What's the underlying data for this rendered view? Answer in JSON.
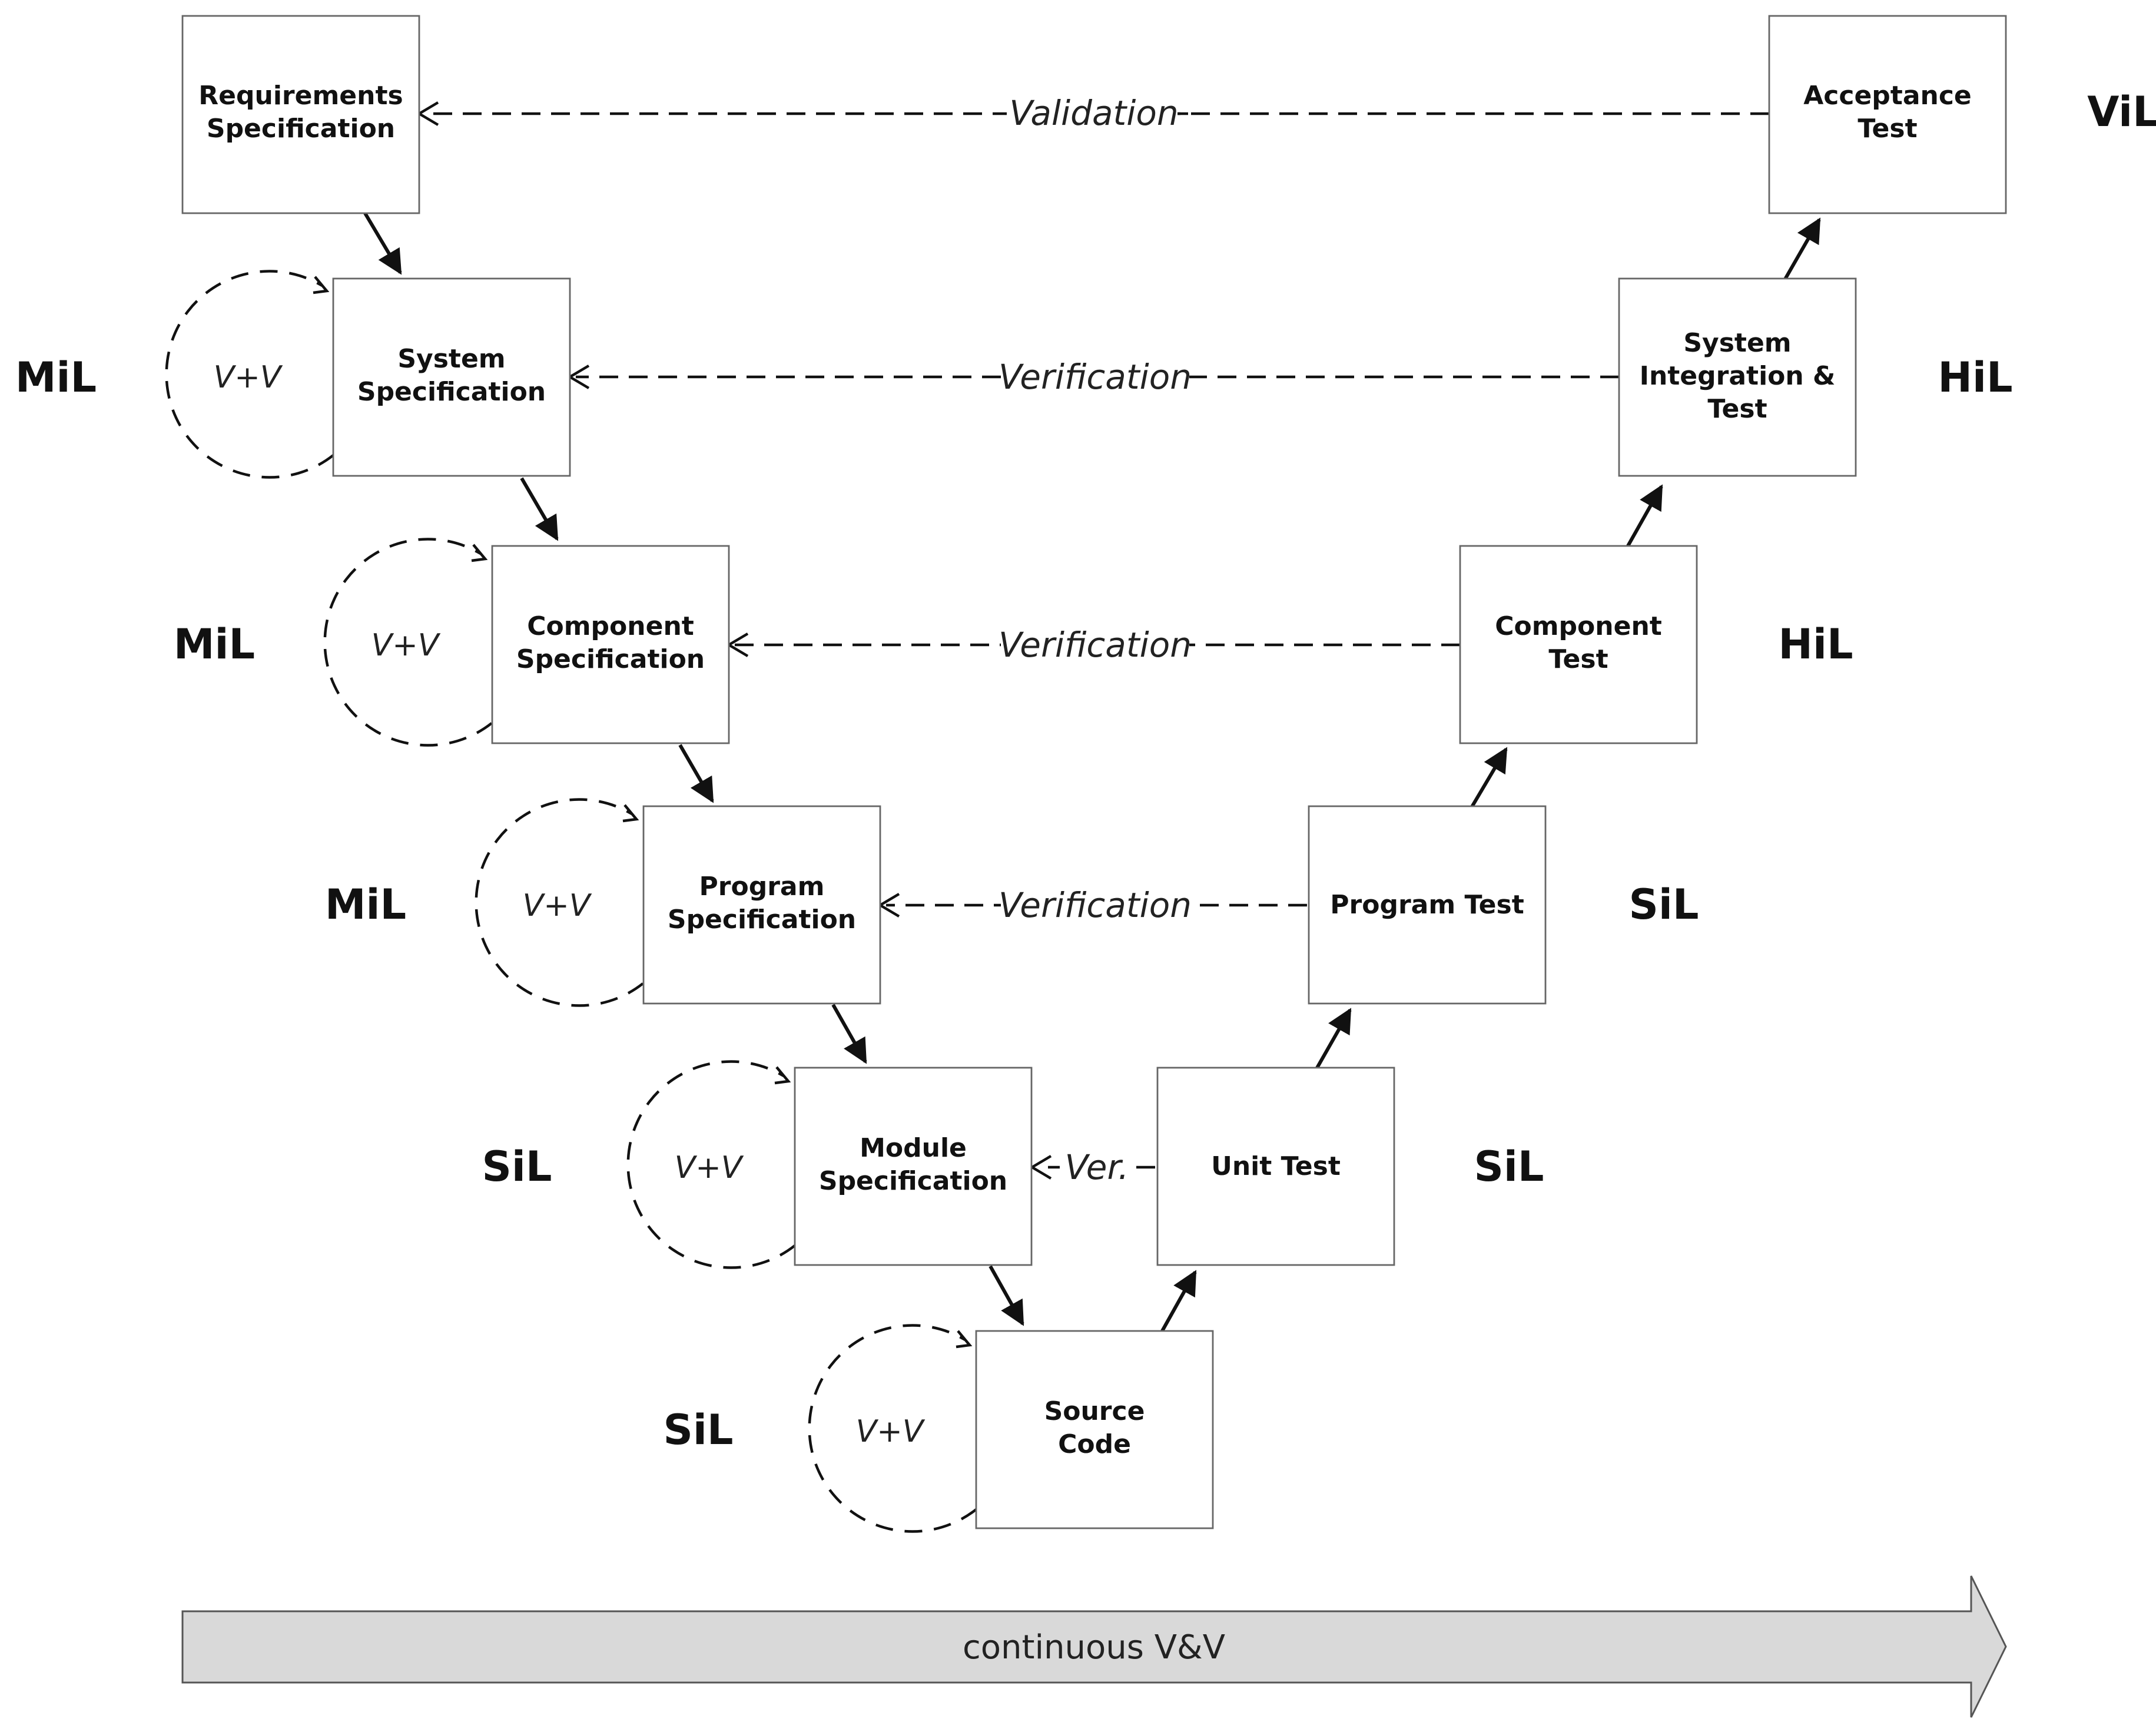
{
  "boxes": {
    "requirements_spec": [
      "Requirements",
      "Specification"
    ],
    "system_spec": [
      "System",
      "Specification"
    ],
    "component_spec": [
      "Component",
      "Specification"
    ],
    "program_spec": [
      "Program",
      "Specification"
    ],
    "module_spec": [
      "Module",
      "Specification"
    ],
    "source_code": [
      "Source",
      "Code"
    ],
    "unit_test": [
      "Unit Test"
    ],
    "program_test": [
      "Program Test"
    ],
    "component_test": [
      "Component",
      "Test"
    ],
    "system_integration_test": [
      "System",
      "Integration &",
      "Test"
    ],
    "acceptance_test": [
      "Acceptance",
      "Test"
    ]
  },
  "connections": {
    "validation": "Validation",
    "verification_system": "Verification",
    "verification_component": "Verification",
    "verification_program": "Verification",
    "verification_module": "Ver."
  },
  "loops": {
    "system": "V+V",
    "component": "V+V",
    "program": "V+V",
    "module": "V+V",
    "source": "V+V"
  },
  "levels": {
    "left_system": "MiL",
    "left_component": "MiL",
    "left_program": "MiL",
    "left_module": "SiL",
    "left_source": "SiL",
    "right_acceptance": "ViL",
    "right_system": "HiL",
    "right_component": "HiL",
    "right_program": "SiL",
    "right_unit": "SiL"
  },
  "band": {
    "label": "continuous V&V",
    "color": "#d9d9d9"
  }
}
